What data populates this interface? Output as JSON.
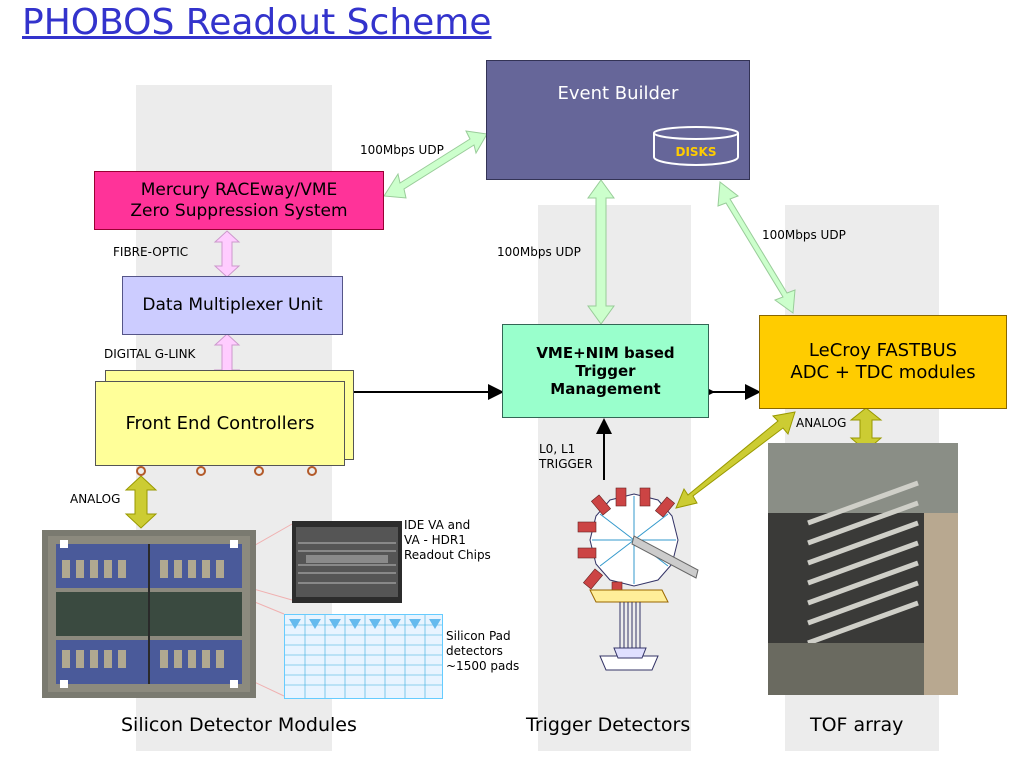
{
  "title": "PHOBOS Readout Scheme",
  "boxes": {
    "event_builder": "Event Builder",
    "disks": "DISKS",
    "mercury": "Mercury RACEway/VME\nZero Suppression System",
    "dmu": "Data Multiplexer Unit",
    "fec": "Front End Controllers",
    "trigger": "VME+NIM based\nTrigger\nManagement",
    "lecroy": "LeCroy FASTBUS\nADC + TDC modules"
  },
  "labels": {
    "udp_left": "100Mbps UDP",
    "udp_mid": "100Mbps UDP",
    "udp_right": "100Mbps UDP",
    "fibre": "FIBRE-OPTIC",
    "glink": "DIGITAL G-LINK",
    "analog_left": "ANALOG",
    "analog_right": "ANALOG",
    "l0l1": "L0, L1\nTRIGGER",
    "readout_chips": "IDE VA and\nVA - HDR1\nReadout Chips",
    "silicon_pad": "Silicon Pad\ndetectors\n~1500 pads"
  },
  "captions": {
    "silicon": "Silicon Detector Modules",
    "trigger": "Trigger Detectors",
    "tof": "TOF array"
  },
  "colors": {
    "title": "#3333cc",
    "event_builder": "#666699",
    "mercury": "#ff3399",
    "dmu": "#ccccff",
    "fec": "#ffff99",
    "trigger": "#99ffcc",
    "lecroy": "#ffcc00",
    "arrow_green": "#ccffcc",
    "arrow_pink": "#ffccff",
    "arrow_olive": "#cccc33",
    "disks_text": "#ffcc00"
  }
}
